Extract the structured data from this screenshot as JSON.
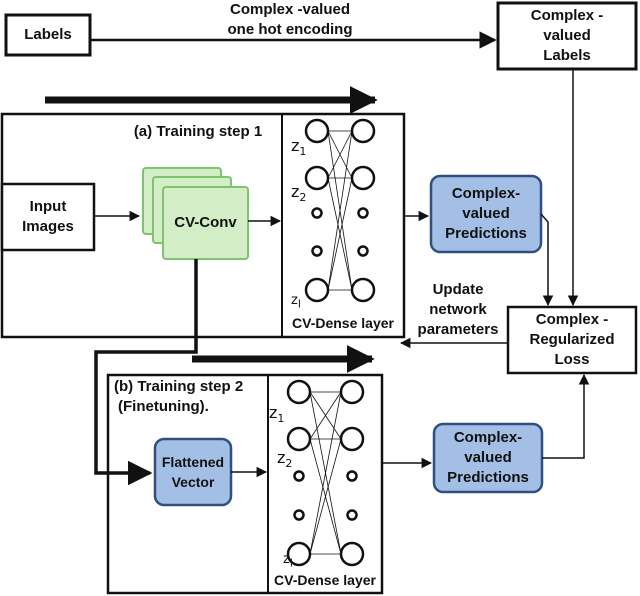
{
  "labels_box": "Labels",
  "encoding_note": {
    "line1": "Complex -valued",
    "line2": "one hot encoding"
  },
  "complex_labels": {
    "line1": "Complex -",
    "line2": "valued",
    "line3": "Labels"
  },
  "step1": {
    "title": "(a) Training step 1",
    "input": {
      "line1": "Input",
      "line2": "Images"
    },
    "conv": "CV-Conv",
    "dense": "CV-Dense layer",
    "pred": {
      "line1": "Complex-",
      "line2": "valued",
      "line3": "Predictions"
    },
    "z_labels": [
      "z",
      "z",
      "z"
    ],
    "z_subs": [
      "1",
      "2",
      "l"
    ]
  },
  "update": {
    "line1": "Update",
    "line2": "network",
    "line3": "parameters"
  },
  "loss": {
    "line1": "Complex -",
    "line2": "Regularized",
    "line3": "Loss"
  },
  "step2": {
    "title_line1": "(b) Training step 2",
    "title_line2": "(Finetuning).",
    "flat": {
      "line1": "Flattened",
      "line2": "Vector"
    },
    "dense": "CV-Dense layer",
    "pred": {
      "line1": "Complex-",
      "line2": "valued",
      "line3": "Predictions"
    },
    "z_labels": [
      "z",
      "z",
      "z"
    ],
    "z_subs": [
      "1",
      "2",
      "l"
    ]
  },
  "colors": {
    "blue_fill": "#a4bfe6",
    "green_fill": "#d3eec7",
    "green_stroke": "#7fc270",
    "line": "#111111"
  }
}
